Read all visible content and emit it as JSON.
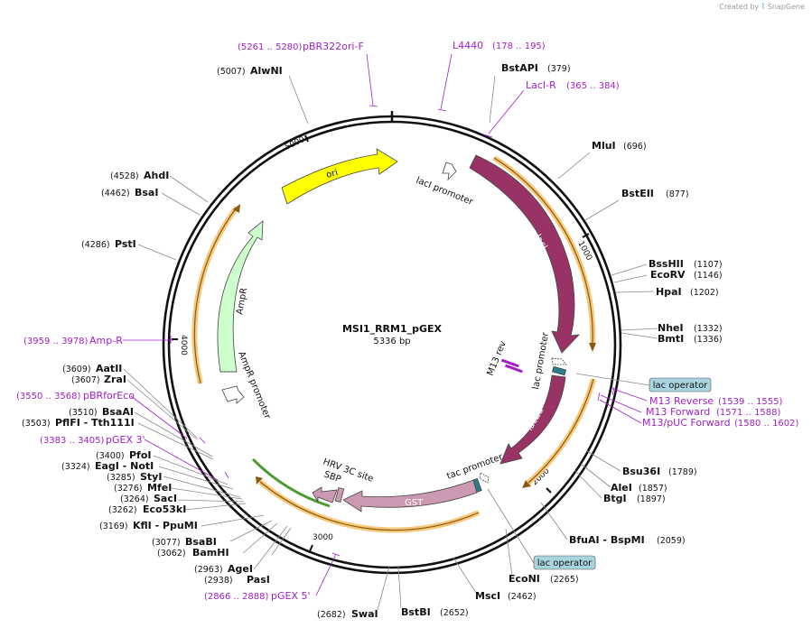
{
  "credit": {
    "prefix": "Created by",
    "brand": "SnapGene"
  },
  "map": {
    "name": "MSI1_RRM1_pGEX",
    "length_label": "5336 bp",
    "length": 5336
  },
  "ticks": [
    "1000",
    "2000",
    "3000",
    "4000",
    "5000"
  ],
  "enzymes": [
    {
      "name": "BstAPI",
      "pos": "(379)"
    },
    {
      "name": "MluI",
      "pos": "(696)"
    },
    {
      "name": "BstEII",
      "pos": "(877)"
    },
    {
      "name": "BssHII",
      "pos": "(1107)"
    },
    {
      "name": "EcoRV",
      "pos": "(1146)"
    },
    {
      "name": "HpaI",
      "pos": "(1202)"
    },
    {
      "name": "NheI",
      "pos": "(1332)"
    },
    {
      "name": "BmtI",
      "pos": "(1336)"
    },
    {
      "name": "Bsu36I",
      "pos": "(1789)"
    },
    {
      "name": "AleI",
      "pos": "(1857)"
    },
    {
      "name": "BtgI",
      "pos": "(1897)"
    },
    {
      "name": "BfuAI - BspMI",
      "pos": "(2059)"
    },
    {
      "name": "EcoNI",
      "pos": "(2265)"
    },
    {
      "name": "MscI",
      "pos": "(2462)"
    },
    {
      "name": "BstBI",
      "pos": "(2652)"
    },
    {
      "name": "SwaI",
      "pos": "(2682)"
    },
    {
      "name": "PasI",
      "pos": "(2938)"
    },
    {
      "name": "AgeI",
      "pos": "(2963)"
    },
    {
      "name": "BamHI",
      "pos": "(3062)"
    },
    {
      "name": "BsaBI",
      "pos": "(3077)"
    },
    {
      "name": "KflI - PpuMI",
      "pos": "(3169)"
    },
    {
      "name": "Eco53kI",
      "pos": "(3262)"
    },
    {
      "name": "SacI",
      "pos": "(3264)"
    },
    {
      "name": "MfeI",
      "pos": "(3276)"
    },
    {
      "name": "StyI",
      "pos": "(3285)"
    },
    {
      "name": "EagI - NotI",
      "pos": "(3324)"
    },
    {
      "name": "PfoI",
      "pos": "(3400)"
    },
    {
      "name": "PflFI - Tth111I",
      "pos": "(3503)"
    },
    {
      "name": "BsaAI",
      "pos": "(3510)"
    },
    {
      "name": "ZraI",
      "pos": "(3607)"
    },
    {
      "name": "AatII",
      "pos": "(3609)"
    },
    {
      "name": "PstI",
      "pos": "(4286)"
    },
    {
      "name": "BsaI",
      "pos": "(4462)"
    },
    {
      "name": "AhdI",
      "pos": "(4528)"
    },
    {
      "name": "AlwNI",
      "pos": "(5007)"
    }
  ],
  "primers": [
    {
      "name": "pBR322ori-F",
      "range": "(5261 .. 5280)"
    },
    {
      "name": "L4440",
      "range": "(178 .. 195)"
    },
    {
      "name": "LacI-R",
      "range": "(365 .. 384)"
    },
    {
      "name": "M13 Reverse",
      "range": "(1539 .. 1555)"
    },
    {
      "name": "M13 Forward",
      "range": "(1571 .. 1588)"
    },
    {
      "name": "M13/pUC Forward",
      "range": "(1580 .. 1602)"
    },
    {
      "name": "pGEX 5'",
      "range": "(2866 .. 2888)"
    },
    {
      "name": "pGEX 3'",
      "range": "(3383 .. 3405)"
    },
    {
      "name": "pBRforEco",
      "range": "(3550 .. 3568)"
    },
    {
      "name": "Amp-R",
      "range": "(3959 .. 3978)"
    }
  ],
  "features": {
    "ori": "ori",
    "laci": "lacI",
    "laci_promoter": "lacI promoter",
    "lac_promoter": "lac promoter",
    "lacza": "lacZα",
    "m13_rev": "M13 rev",
    "tac_promoter": "tac promoter",
    "gst": "GST",
    "hrv": "HRV 3C site",
    "sbp": "SBP",
    "ampr": "AmpR",
    "ampr_promoter": "AmpR promoter",
    "lac_operator_1": "lac operator",
    "lac_operator_2": "lac operator"
  },
  "colors": {
    "ori": "#ffff00",
    "laci": "#993366",
    "lacza": "#993366",
    "gst": "#cc99b3",
    "ampr": "#ccffcc",
    "primer": "#a020c8",
    "orf": "#f5c87a",
    "lac_operator": "#a8d4e0"
  }
}
